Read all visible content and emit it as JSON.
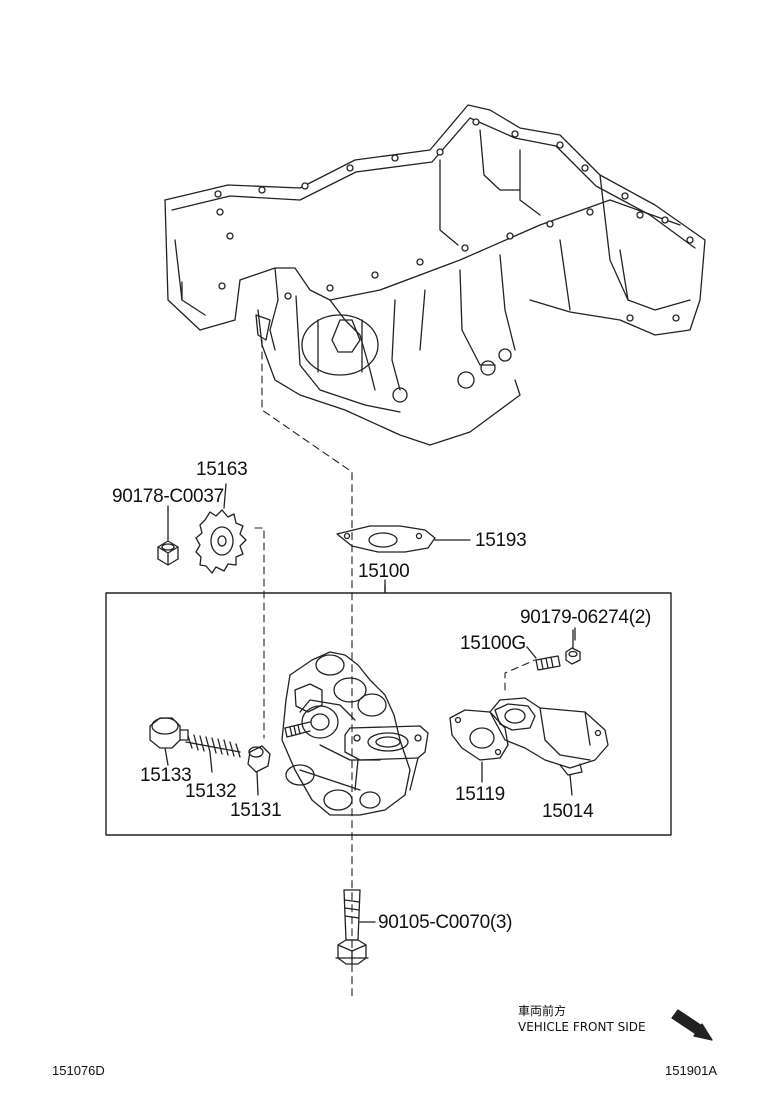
{
  "labels": {
    "p15163": "15163",
    "p90178": "90178-C0037",
    "p15193": "15193",
    "p15100": "15100",
    "p90179": "90179-06274(2)",
    "p15100G": "15100G",
    "p15133": "15133",
    "p15132": "15132",
    "p15131": "15131",
    "p15119": "15119",
    "p15014": "15014",
    "p90105": "90105-C0070(3)"
  },
  "direction": {
    "japanese": "車両前方",
    "english": "VEHICLE FRONT SIDE"
  },
  "codes": {
    "left": "151076D",
    "right": "151901A"
  }
}
